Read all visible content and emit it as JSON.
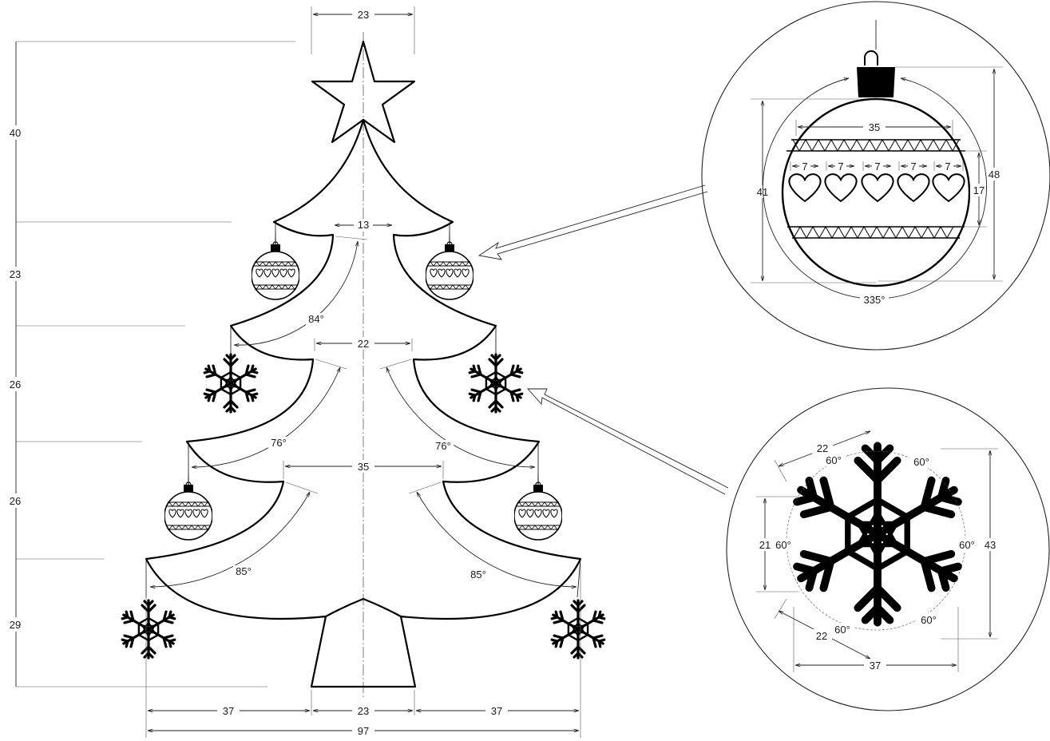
{
  "tree": {
    "vertical_dims": [
      "40",
      "23",
      "26",
      "26",
      "29"
    ],
    "top_width": "23",
    "tier_widths": [
      "13",
      "22",
      "35"
    ],
    "angles": [
      "84°",
      "76°",
      "76°",
      "85°",
      "85°"
    ],
    "bottom_dims": [
      "37",
      "23",
      "37"
    ],
    "overall_width": "97"
  },
  "ornament_detail": {
    "width": "35",
    "heart_spacing": [
      "7",
      "7",
      "7",
      "7",
      "7"
    ],
    "left_height": "41",
    "band_height": "17",
    "right_height": "48",
    "arc_angle": "335°"
  },
  "snowflake_detail": {
    "arm_top": "22",
    "arm_bottom": "22",
    "angles": [
      "60°",
      "60°",
      "60°",
      "60°",
      "60°",
      "60°"
    ],
    "height_left": "21",
    "height_right": "43",
    "width": "37"
  }
}
